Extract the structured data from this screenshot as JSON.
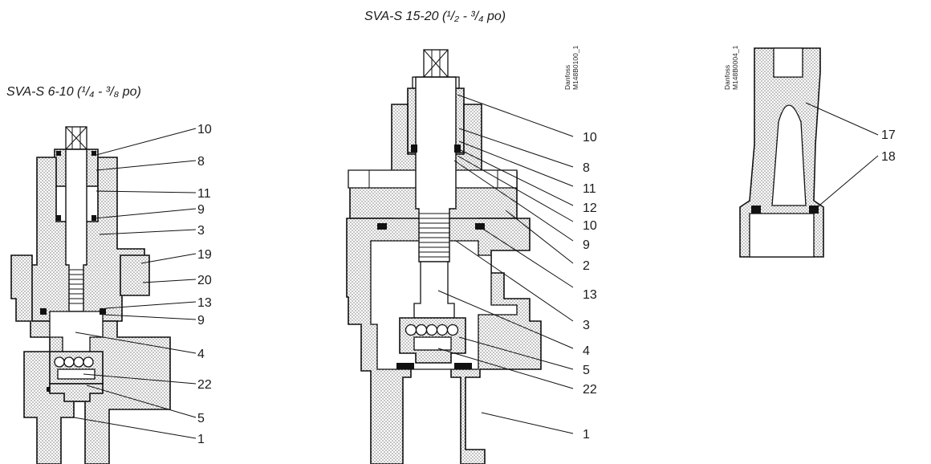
{
  "titles": {
    "small_valve": "SVA-S 6-10 (¹/₄ - ³/₈ po)",
    "large_valve": "SVA-S 15-20 (¹/₂ - ³/₄ po)"
  },
  "codes": {
    "large_valve": [
      "Danfoss",
      "M148B0100_1"
    ],
    "tool": [
      "Danfoss",
      "M148B0004_1"
    ]
  },
  "small_valve_labels": [
    "10",
    "8",
    "11",
    "9",
    "3",
    "19",
    "20",
    "13",
    "9",
    "4",
    "22",
    "5",
    "1"
  ],
  "large_valve_labels": [
    "10",
    "8",
    "11",
    "12",
    "10",
    "9",
    "2",
    "13",
    "3",
    "4",
    "5",
    "22",
    "1"
  ],
  "tool_labels": [
    "17",
    "18"
  ]
}
